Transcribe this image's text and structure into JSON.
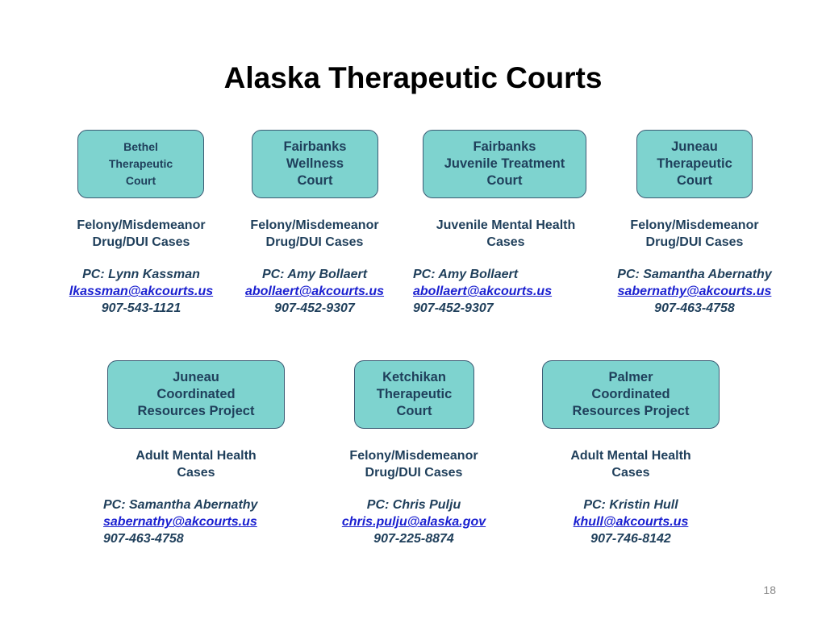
{
  "title": "Alaska Therapeutic Courts",
  "page_number": "18",
  "courts": [
    {
      "name": "Bethel\nTherapeutic\nCourt",
      "cases": "Felony/Misdemeanor\nDrug/DUI Cases",
      "pc": "PC: Lynn Kassman",
      "email": "lkassman@akcourts.us",
      "phone": "907-543-1121"
    },
    {
      "name": "Fairbanks\nWellness\nCourt",
      "cases": "Felony/Misdemeanor\nDrug/DUI Cases",
      "pc": "PC: Amy Bollaert",
      "email": "abollaert@akcourts.us",
      "phone": "907-452-9307"
    },
    {
      "name": "Fairbanks\nJuvenile Treatment\nCourt",
      "cases": "Juvenile Mental Health\nCases",
      "pc": "PC: Amy Bollaert",
      "email": "abollaert@akcourts.us",
      "phone": "907-452-9307"
    },
    {
      "name": "Juneau\nTherapeutic\nCourt",
      "cases": "Felony/Misdemeanor\nDrug/DUI Cases",
      "pc": "PC: Samantha Abernathy",
      "email": "sabernathy@akcourts.us",
      "phone": "907-463-4758"
    },
    {
      "name": "Juneau\nCoordinated\nResources Project",
      "cases": "Adult Mental Health\nCases",
      "pc": "PC: Samantha Abernathy",
      "email": "sabernathy@akcourts.us",
      "phone": "907-463-4758"
    },
    {
      "name": "Ketchikan\nTherapeutic\nCourt",
      "cases": "Felony/Misdemeanor\nDrug/DUI Cases",
      "pc": "PC: Chris Pulju",
      "email": "chris.pulju@alaska.gov",
      "phone": "907-225-8874"
    },
    {
      "name": "Palmer\nCoordinated\nResources Project",
      "cases": "Adult Mental Health\nCases",
      "pc": "PC: Kristin Hull",
      "email": "khull@akcourts.us",
      "phone": "907-746-8142"
    }
  ],
  "colors": {
    "box_fill": "#7ed3cf",
    "box_border": "#3b5a73",
    "text": "#1f3f5b",
    "link": "#1a1fd0"
  }
}
